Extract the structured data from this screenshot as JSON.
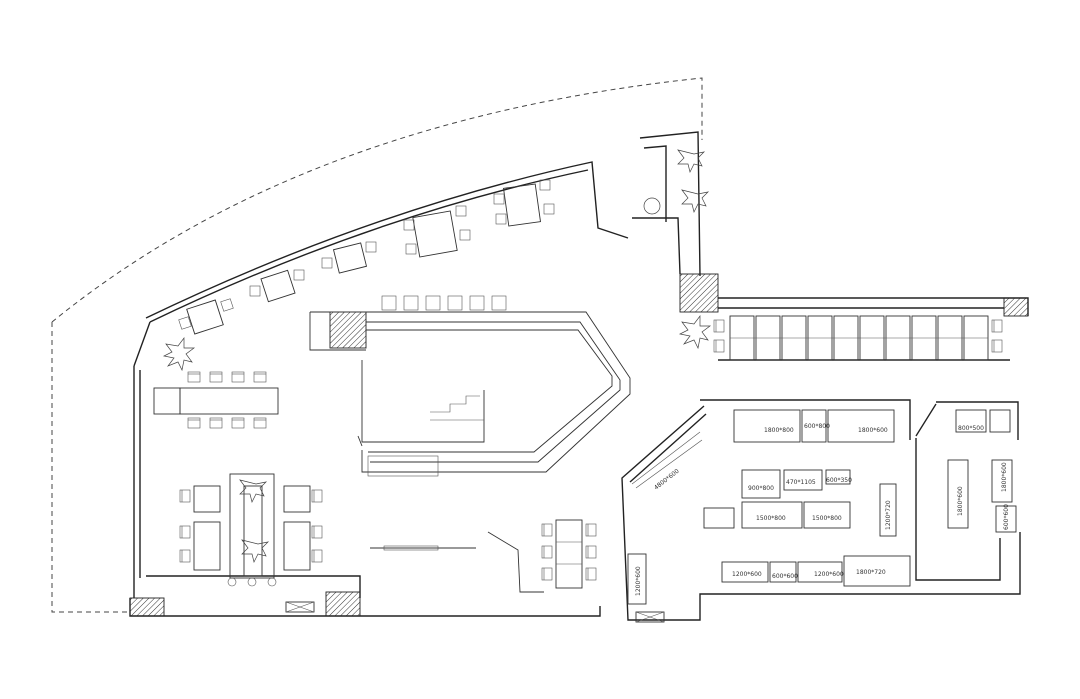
{
  "labels": {
    "k1": "1800*800",
    "k2": "600*800",
    "k3": "1800*600",
    "k4": "800*500",
    "k5": "900*800",
    "k6": "470*1105",
    "k7": "600*350",
    "k8": "1500*800",
    "k9": "1500*800",
    "k10": "1200*600",
    "k11": "600*600",
    "k12": "1200*600",
    "k13": "1800*720",
    "k14": "1200*720",
    "k15": "1800*600",
    "k16": "1800*600",
    "k17": "1200*600",
    "k18": "600*600",
    "k19": "4800*600"
  }
}
